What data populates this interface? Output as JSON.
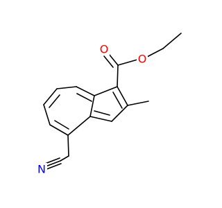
{
  "structure": {
    "type": "chemical-structure",
    "atom_labels": {
      "carbonyl_oxygen": "O",
      "ester_oxygen": "O",
      "nitrile_nitrogen": "N"
    },
    "colors": {
      "bond": "#000000",
      "oxygen": "#ff0000",
      "nitrogen": "#0000ff",
      "background": "#ffffff"
    }
  }
}
